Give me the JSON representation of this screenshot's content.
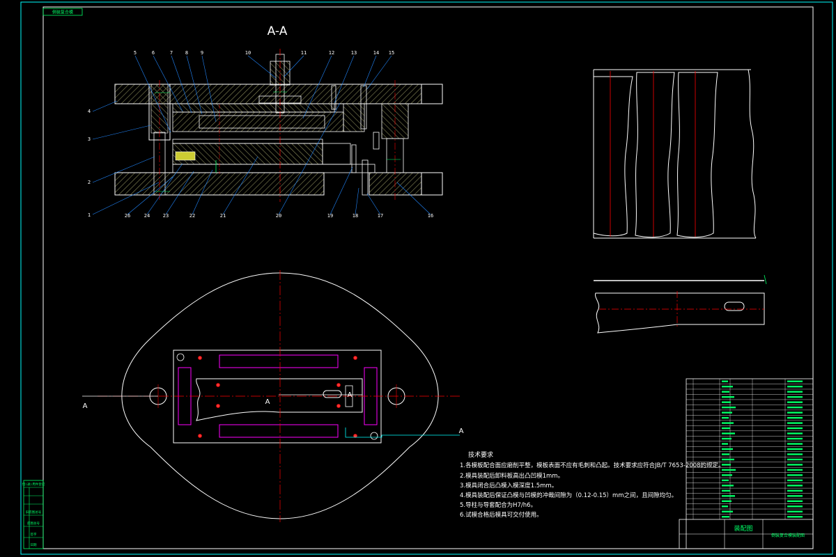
{
  "colors": {
    "background": "#000000",
    "outline": "#ffffff",
    "centerline": "#ff0000",
    "frame": "#00ffff",
    "annotation": "#00ff66",
    "magenta": "#ff00ff",
    "hatch": "#8a8a5a"
  },
  "sheet": {
    "corner_stamp": "倒装复合模"
  },
  "section_view": {
    "title": "A-A",
    "top_labels": [
      "5",
      "6",
      "7",
      "8",
      "9",
      "10",
      "11",
      "12",
      "13",
      "14",
      "15"
    ],
    "left_labels": [
      "4",
      "3",
      "2",
      "1"
    ],
    "bottom_labels": [
      "26",
      "24",
      "23",
      "22",
      "21",
      "20",
      "19",
      "18",
      "17",
      "16"
    ]
  },
  "plan_view": {
    "section_marks": [
      "A",
      "A",
      "A",
      "A"
    ]
  },
  "technical_requirements": {
    "heading": "技术要求",
    "items": [
      "1.各模板配合面应磨削平整，模板表面不应有毛刺和凸起。技术要求应符合JB/T 7653-2008的规定。",
      "2.模具装配后卸料板高出凸凹模1mm。",
      "3.模具闭合后凸模入模深度1.5mm。",
      "4.模具装配后保证凸模与凹模的冲裁间隙为（0.12-0.15）mm之间，且间隙均匀。",
      "5.导柱与导套配合为H7/h6。",
      "6.试模合格后模具可交付使用。"
    ]
  },
  "title_block": {
    "drawing_name": "装配图",
    "part_name": "倒装复合模装配图",
    "rows": 27
  },
  "left_margin_stamp": {
    "rows": [
      "借(通)用件登记",
      "",
      "旧底图总号",
      "底图总号",
      "签字",
      "日期"
    ]
  }
}
